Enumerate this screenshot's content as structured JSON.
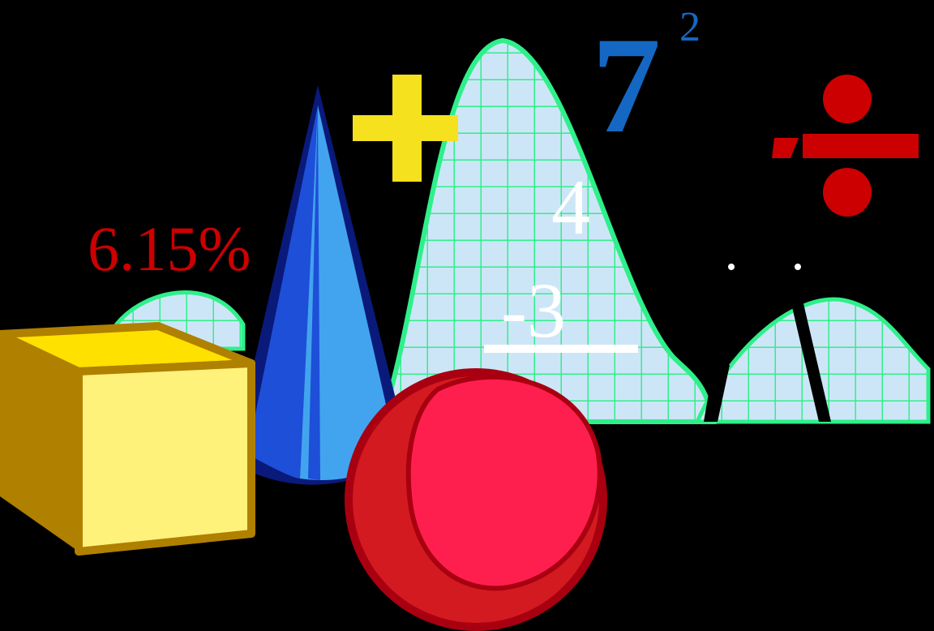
{
  "labels": {
    "percent": "6.15%",
    "base": "7",
    "exponent": "2",
    "minuend": "4",
    "subtrahend": "-3"
  },
  "colors": {
    "background": "#000000",
    "grid_fill": "#cde6f7",
    "grid_line": "#2ef08a",
    "plus": "#f5e11d",
    "seven": "#1468c4",
    "divide": "#cc0000",
    "percent": "#cc0000",
    "cone_dark": "#0a1a7a",
    "cone_mid": "#1e4fd8",
    "cone_light": "#42a4ef",
    "cube_top": "#ffe100",
    "cube_front": "#fff27a",
    "cube_edge": "#b08000",
    "ball": "#ff1f4f",
    "ball_dark": "#a80010"
  },
  "icons": [
    "plus-icon",
    "divide-icon",
    "cone-icon",
    "cube-icon",
    "sphere-icon",
    "bell-curve-icon"
  ]
}
